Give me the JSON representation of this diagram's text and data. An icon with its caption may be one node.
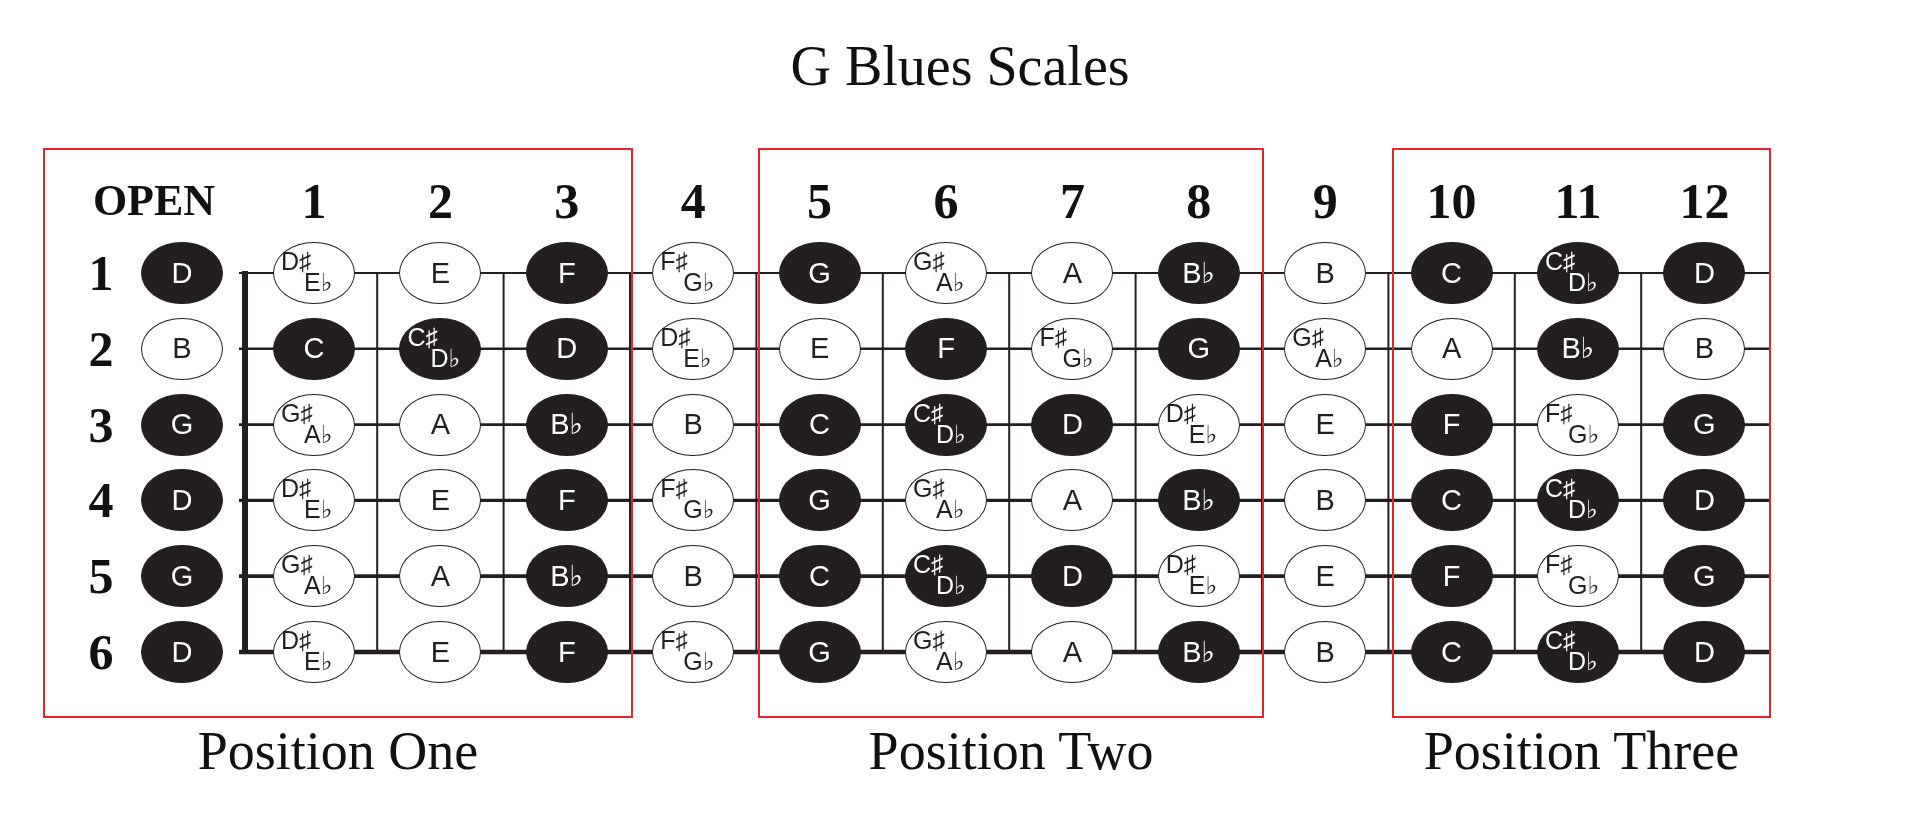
{
  "diagram": {
    "title": "G Blues Scales",
    "nodes": [
      {
        "text": [
          "Position One"
        ]
      },
      {
        "text": [
          "Position Two"
        ]
      },
      {
        "text": [
          "Position Three"
        ]
      },
      {
        "text": [
          "D"
        ],
        "in": 0
      },
      {
        "text": [
          "D♯",
          "E♭"
        ],
        "in": 0
      },
      {
        "text": [
          "E"
        ],
        "in": 0
      },
      {
        "text": [
          "F"
        ],
        "in": 0
      },
      {
        "text": [
          "F♯",
          "G♭"
        ]
      },
      {
        "text": [
          "G"
        ],
        "in": 1
      },
      {
        "text": [
          "G♯",
          "A♭"
        ],
        "in": 1
      },
      {
        "text": [
          "A"
        ],
        "in": 1
      },
      {
        "text": [
          "B♭"
        ],
        "in": 1
      },
      {
        "text": [
          "B"
        ]
      },
      {
        "text": [
          "C"
        ],
        "in": 2
      },
      {
        "text": [
          "C♯",
          "D♭"
        ],
        "in": 2
      },
      {
        "text": [
          "D"
        ],
        "in": 2
      },
      {
        "text": [
          "B"
        ],
        "in": 0
      },
      {
        "text": [
          "C"
        ],
        "in": 0
      },
      {
        "text": [
          "C♯",
          "D♭"
        ],
        "in": 0
      },
      {
        "text": [
          "D"
        ],
        "in": 0
      },
      {
        "text": [
          "D♯",
          "E♭"
        ]
      },
      {
        "text": [
          "E"
        ],
        "in": 1
      },
      {
        "text": [
          "F"
        ],
        "in": 1
      },
      {
        "text": [
          "F♯",
          "G♭"
        ],
        "in": 1
      },
      {
        "text": [
          "G"
        ],
        "in": 1
      },
      {
        "text": [
          "G♯",
          "A♭"
        ]
      },
      {
        "text": [
          "A"
        ],
        "in": 2
      },
      {
        "text": [
          "B♭"
        ],
        "in": 2
      },
      {
        "text": [
          "B"
        ],
        "in": 2
      },
      {
        "text": [
          "G"
        ],
        "in": 0
      },
      {
        "text": [
          "G♯",
          "A♭"
        ],
        "in": 0
      },
      {
        "text": [
          "A"
        ],
        "in": 0
      },
      {
        "text": [
          "B♭"
        ],
        "in": 0
      },
      {
        "text": [
          "B"
        ]
      },
      {
        "text": [
          "C"
        ],
        "in": 1
      },
      {
        "text": [
          "C♯",
          "D♭"
        ],
        "in": 1
      },
      {
        "text": [
          "D"
        ],
        "in": 1
      },
      {
        "text": [
          "D♯",
          "E♭"
        ],
        "in": 1
      },
      {
        "text": [
          "E"
        ]
      },
      {
        "text": [
          "F"
        ],
        "in": 2
      },
      {
        "text": [
          "F♯",
          "G♭"
        ],
        "in": 2
      },
      {
        "text": [
          "G"
        ],
        "in": 2
      },
      {
        "text": [
          "D"
        ],
        "in": 0
      },
      {
        "text": [
          "D♯",
          "E♭"
        ],
        "in": 0
      },
      {
        "text": [
          "E"
        ],
        "in": 0
      },
      {
        "text": [
          "F"
        ],
        "in": 0
      },
      {
        "text": [
          "F♯",
          "G♭"
        ]
      },
      {
        "text": [
          "G"
        ],
        "in": 1
      },
      {
        "text": [
          "G♯",
          "A♭"
        ],
        "in": 1
      },
      {
        "text": [
          "A"
        ],
        "in": 1
      },
      {
        "text": [
          "B♭"
        ],
        "in": 1
      },
      {
        "text": [
          "B"
        ]
      },
      {
        "text": [
          "C"
        ],
        "in": 2
      },
      {
        "text": [
          "C♯",
          "D♭"
        ],
        "in": 2
      },
      {
        "text": [
          "D"
        ],
        "in": 2
      },
      {
        "text": [
          "G"
        ],
        "in": 0
      },
      {
        "text": [
          "G♯",
          "A♭"
        ],
        "in": 0
      },
      {
        "text": [
          "A"
        ],
        "in": 0
      },
      {
        "text": [
          "B♭"
        ],
        "in": 0
      },
      {
        "text": [
          "B"
        ]
      },
      {
        "text": [
          "C"
        ],
        "in": 1
      },
      {
        "text": [
          "C♯",
          "D♭"
        ],
        "in": 1
      },
      {
        "text": [
          "D"
        ],
        "in": 1
      },
      {
        "text": [
          "D♯",
          "E♭"
        ],
        "in": 1
      },
      {
        "text": [
          "E"
        ]
      },
      {
        "text": [
          "F"
        ],
        "in": 2
      },
      {
        "text": [
          "F♯",
          "G♭"
        ],
        "in": 2
      },
      {
        "text": [
          "G"
        ],
        "in": 2
      },
      {
        "text": [
          "D"
        ],
        "in": 0
      },
      {
        "text": [
          "D♯",
          "E♭"
        ],
        "in": 0
      },
      {
        "text": [
          "E"
        ],
        "in": 0
      },
      {
        "text": [
          "F"
        ],
        "in": 0
      },
      {
        "text": [
          "F♯",
          "G♭"
        ]
      },
      {
        "text": [
          "G"
        ],
        "in": 1
      },
      {
        "text": [
          "G♯",
          "A♭"
        ],
        "in": 1
      },
      {
        "text": [
          "A"
        ],
        "in": 1
      },
      {
        "text": [
          "B♭"
        ],
        "in": 1
      },
      {
        "text": [
          "B"
        ]
      },
      {
        "text": [
          "C"
        ],
        "in": 2
      },
      {
        "text": [
          "C♯",
          "D♭"
        ],
        "in": 2
      },
      {
        "text": [
          "D"
        ],
        "in": 2
      }
    ],
    "labels": [
      "OPEN",
      "1",
      "2",
      "3",
      "4",
      "5",
      "6",
      "7",
      "8",
      "9",
      "10",
      "11",
      "12",
      "1",
      "2",
      "3",
      "4",
      "5",
      "6"
    ]
  }
}
